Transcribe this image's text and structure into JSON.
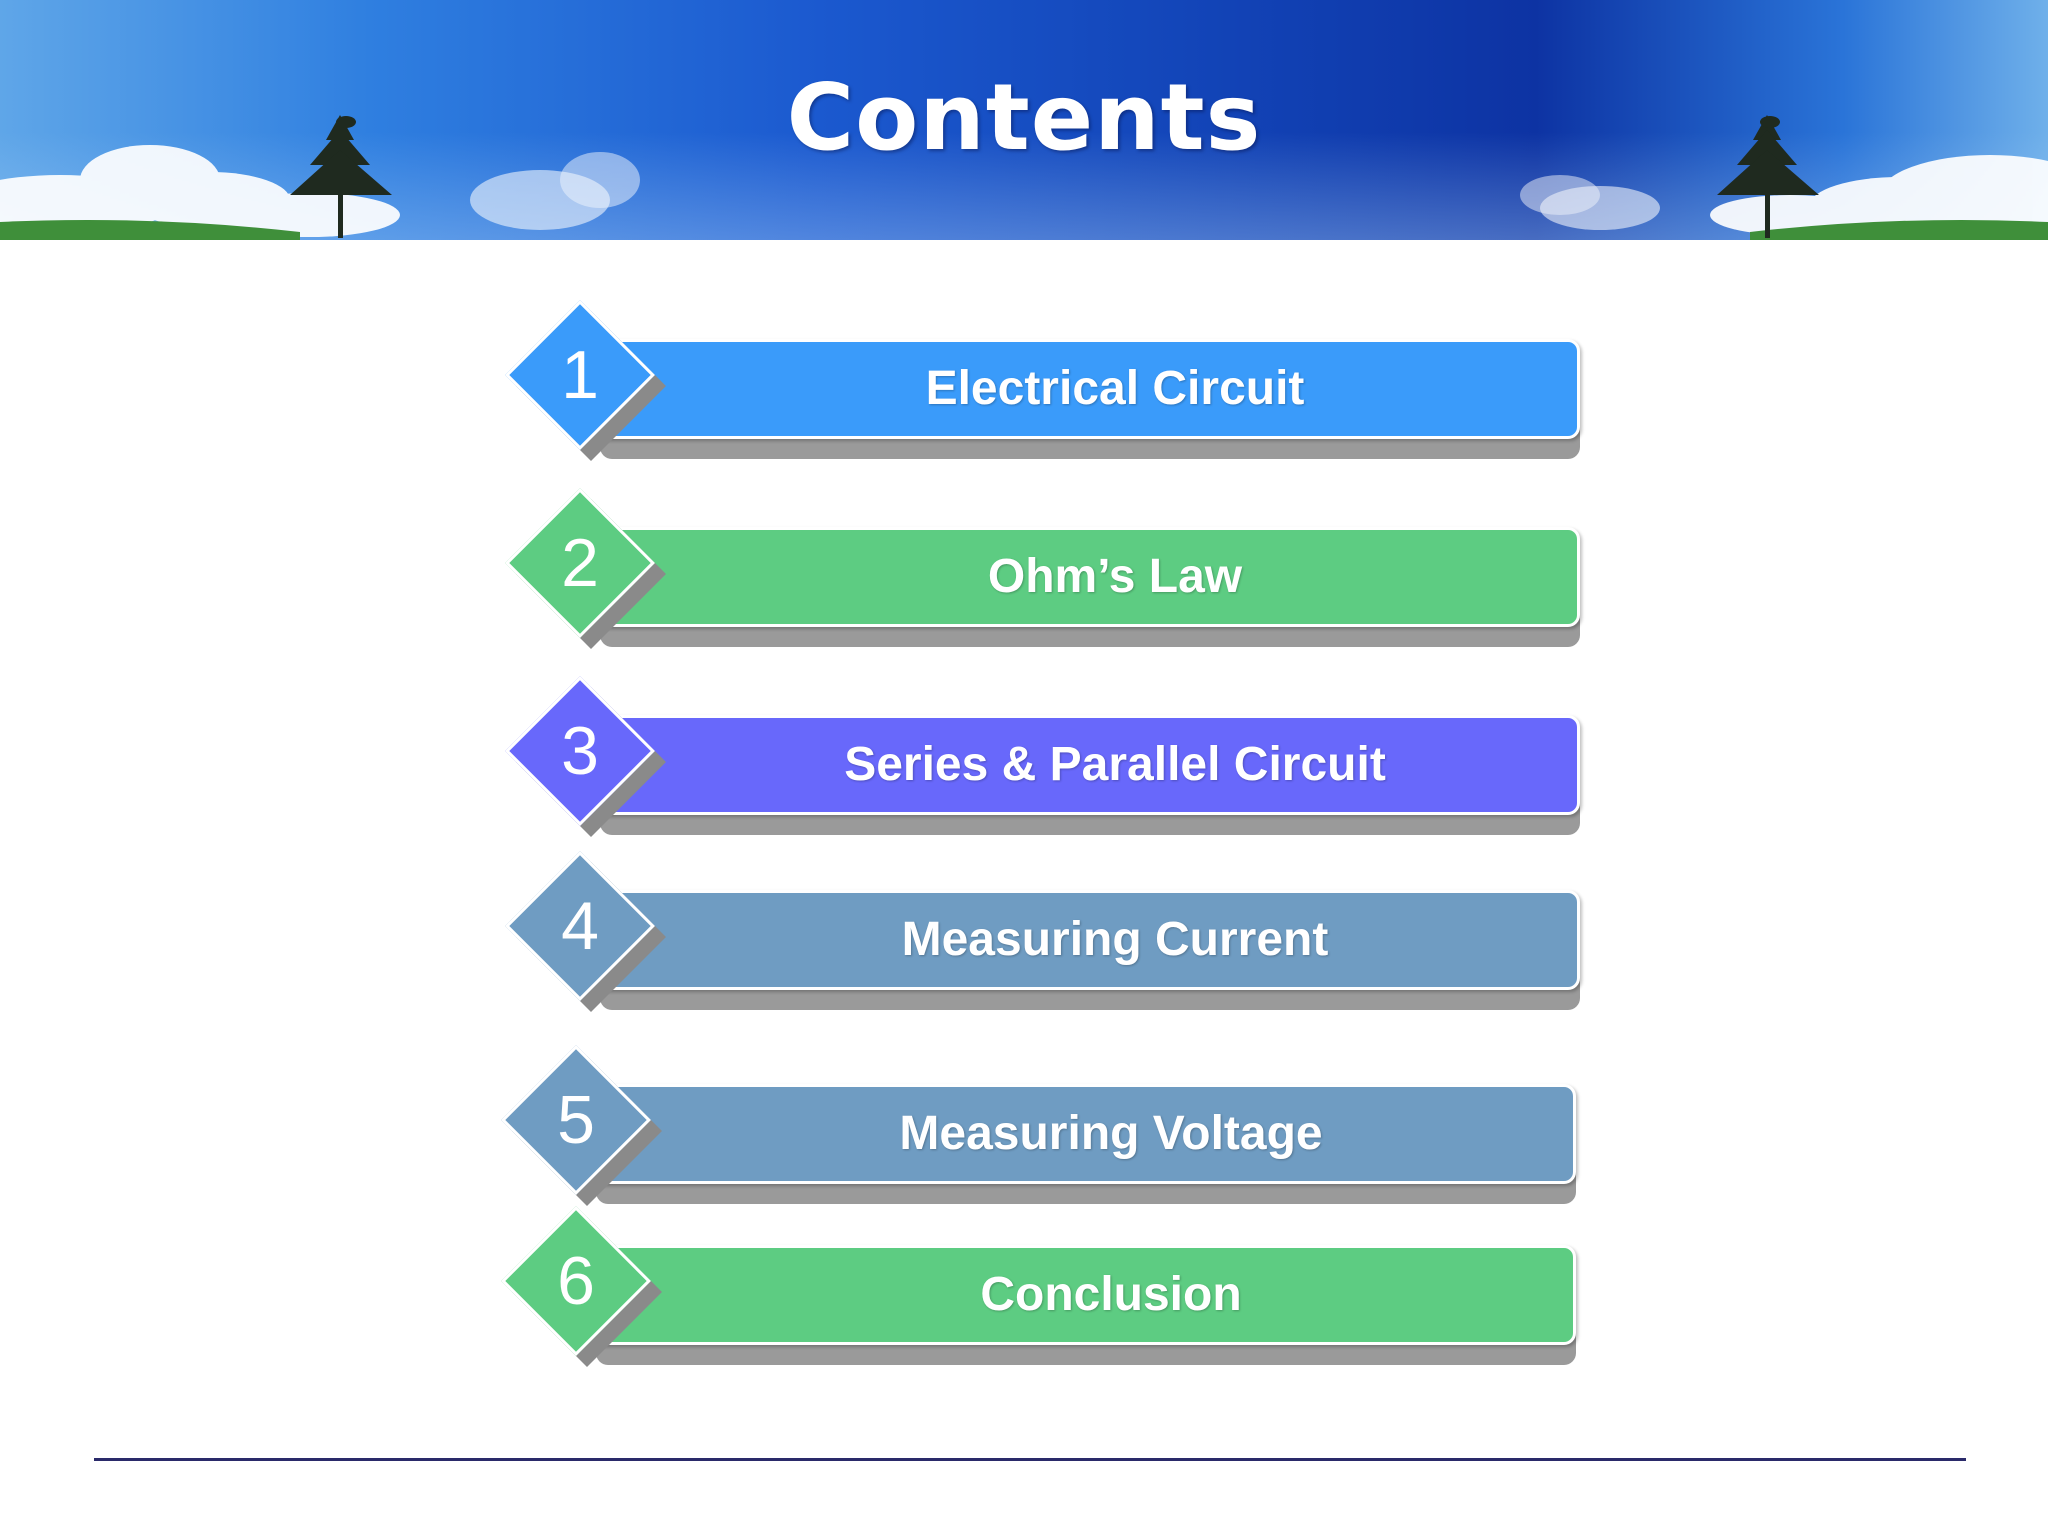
{
  "title": "Contents",
  "items": [
    {
      "number": "1",
      "label": "Electrical Circuit",
      "color": "#3a9bfa"
    },
    {
      "number": "2",
      "label": "Ohm’s Law",
      "color": "#5dcc82"
    },
    {
      "number": "3",
      "label": "Series & Parallel Circuit",
      "color": "#6868fb"
    },
    {
      "number": "4",
      "label": "Measuring Current",
      "color": "#6f9cc2"
    },
    {
      "number": "5",
      "label": "Measuring Voltage",
      "color": "#6f9cc2"
    },
    {
      "number": "6",
      "label": "Conclusion",
      "color": "#5dcc82"
    }
  ]
}
